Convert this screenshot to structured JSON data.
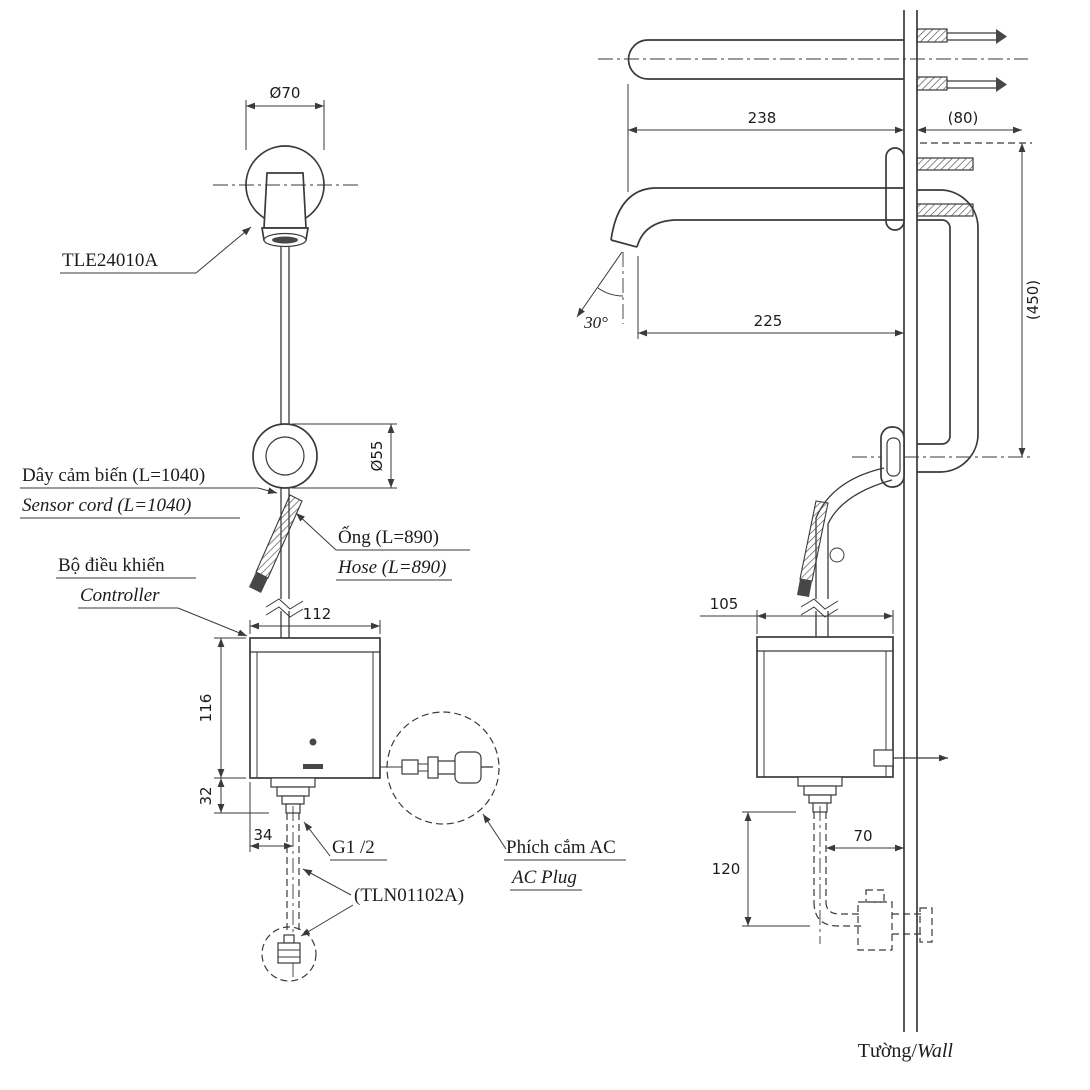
{
  "front_view": {
    "product_code": "TLE24010A",
    "labels": {
      "sensor_cord_vi": "Dây cảm biến (L=1040)",
      "sensor_cord_en": "Sensor cord (L=1040)",
      "hose_vi": "Ống (L=890)",
      "hose_en": "Hose (L=890)",
      "controller_vi": "Bộ điều khiển",
      "controller_en": "Controller",
      "thread": "G1 /2",
      "stop_valve": "(TLN01102A)",
      "ac_plug_vi": "Phích cắm AC",
      "ac_plug_en": "AC Plug"
    },
    "dimensions": {
      "spout_diameter": "Ø70",
      "escutcheon_diameter": "Ø55",
      "controller_width": "112",
      "controller_height": "116",
      "fitting_height": "32",
      "fitting_offset": "34"
    }
  },
  "side_view": {
    "labels": {
      "wall_vi": "Tường/",
      "wall_en": "Wall"
    },
    "dimensions": {
      "total_reach": "238",
      "behind_wall": "(80)",
      "spout_reach": "225",
      "flow_angle": "30°",
      "install_height": "(450)",
      "controller_depth": "105",
      "pipe_offset": "70",
      "drop": "120"
    }
  }
}
